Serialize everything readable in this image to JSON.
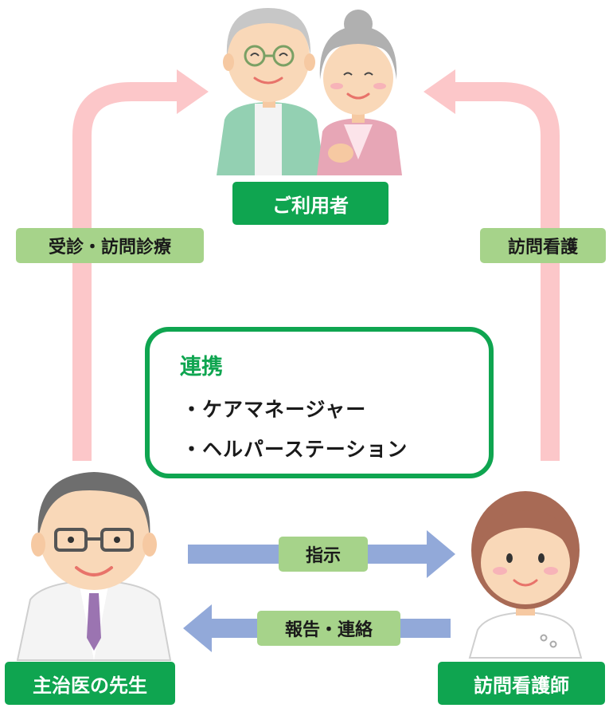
{
  "nodes": {
    "user": "ご利用者",
    "doctor": "主治医の先生",
    "nurse": "訪問看護師"
  },
  "edges": {
    "doctor_to_user": "受診・訪問診療",
    "nurse_to_user": "訪問看護",
    "doctor_to_nurse": "指示",
    "nurse_to_doctor": "報告・連絡"
  },
  "cooperation": {
    "title": "連携",
    "items": [
      "・ケアマネージャー",
      "・ヘルパーステーション"
    ]
  },
  "colors": {
    "green": "#0fa550",
    "light_green": "#a6d38a",
    "pink_arrow": "#fcc7c9",
    "blue_arrow": "#92a9d9"
  }
}
